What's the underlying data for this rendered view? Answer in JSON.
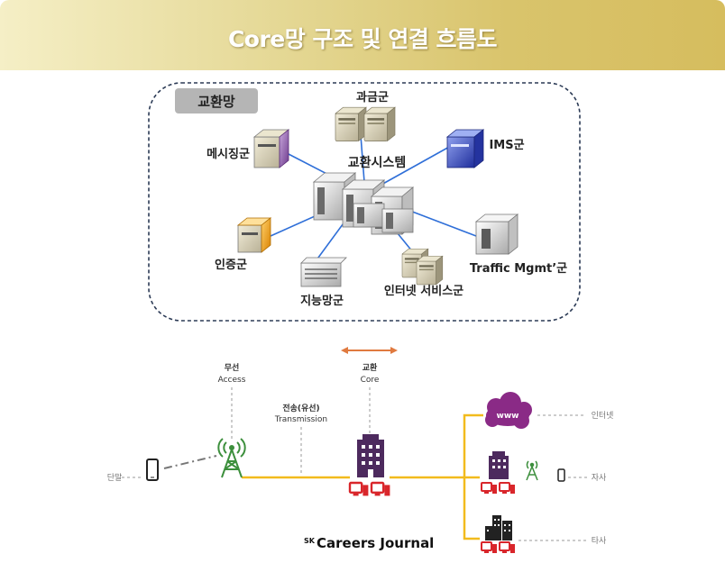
{
  "banner": {
    "title": "Core망 구조 및 연결 흐름도"
  },
  "exchange": {
    "tag": "교환망",
    "center": "교환시스템",
    "nodes": {
      "billing": "과금군",
      "messaging": "메시징군",
      "ims": "IMS군",
      "auth": "인증군",
      "intelligent": "지능망군",
      "internet_service": "인터넷 서비스군",
      "traffic": "Traffic Mgmt’군"
    }
  },
  "flow": {
    "access_ko": "무선",
    "access_en": "Access",
    "core_ko": "교환",
    "core_en": "Core",
    "transmission_ko": "전송(유선)",
    "transmission_en": "Transmission",
    "terminal": "단말",
    "www": "www",
    "internet": "인터넷",
    "own_carrier": "자사",
    "other_carrier": "타사"
  },
  "footer": {
    "prefix": "SK",
    "brand": "Careers Journal"
  },
  "colors": {
    "banner_gold": "#d9c46c",
    "link_blue": "#2f6fd8",
    "line_yellow": "#f2bb1d",
    "arrow_orange": "#e07a3f",
    "building_purple": "#4d2a5e",
    "cloud_purple": "#8a2a86",
    "pc_red": "#d9262b",
    "tower_green": "#3c8f3c"
  }
}
